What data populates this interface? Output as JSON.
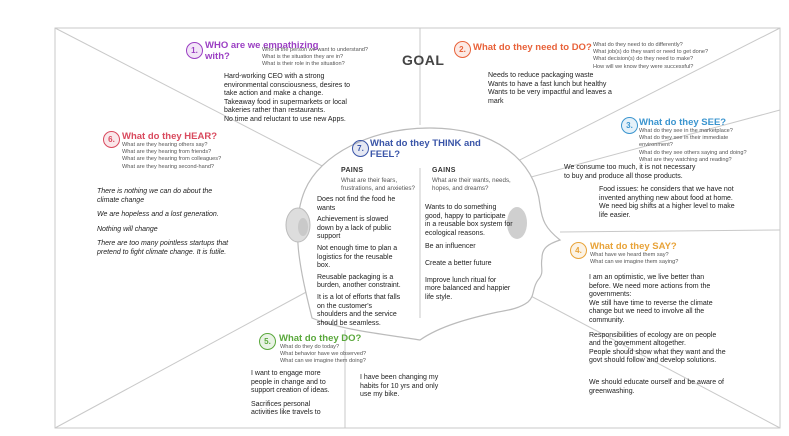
{
  "goal": "GOAL",
  "colors": {
    "who": "#9b3fc3",
    "need": "#e8623a",
    "see": "#3b95cf",
    "say": "#e8a339",
    "hear": "#d94a5e",
    "do": "#5aa83c",
    "think": "#3a55a8",
    "line": "#c9c9c9"
  },
  "sections": {
    "who": {
      "num": "1.",
      "title_lines": [
        "WHO are we empathizing",
        "with?"
      ],
      "questions": [
        "Who is the person we want to understand?",
        "What is the situation they are in?",
        "What is their role in the situation?"
      ],
      "body": [
        "Hard-working CEO with a strong",
        "environmental consciousness, desires to",
        "take action and make a change.",
        "Takeaway food in supermarkets or local",
        "bakeries rather than restaurants.",
        "No time and reluctant to use new Apps."
      ]
    },
    "need": {
      "num": "2.",
      "title": "What do they need to DO?",
      "questions": [
        "What do they need to do differently?",
        "What job(s) do they want or need to get done?",
        "What decision(s) do they need to make?",
        "How will we know they were successful?"
      ],
      "body": [
        "Needs to reduce packaging waste",
        "Wants to have a fast lunch but healthy",
        "Wants to be very impactful and leaves a",
        "mark"
      ]
    },
    "see": {
      "num": "3.",
      "title": "What do they SEE?",
      "questions": [
        "What do they see in the marketplace?",
        "What do they see in their immediate",
        "environment?",
        "What do they see others saying and doing?",
        "What are they watching and reading?"
      ],
      "body1": [
        "We consume too much, it is not necessary",
        "to buy and produce all those products."
      ],
      "body2": [
        "Food issues: he considers that we have not",
        "invented anything new about food at home.",
        "We need big shifts at a higher level to make",
        "life easier."
      ]
    },
    "say": {
      "num": "4.",
      "title": "What do they SAY?",
      "questions": [
        "What have we heard them say?",
        "What can we imagine them saying?"
      ],
      "body": [
        "I am an optimistic, we live better than",
        "before. We need more actions from the",
        "governments:",
        "We still have time to reverse the climate",
        "change but we need to involve all the",
        "community."
      ],
      "body2": [
        "Responsibilities of ecology are on people",
        "and the government altogether.",
        "People should show what they want and the",
        "govt should follow and develop solutions."
      ],
      "body3": [
        "We should educate ourself and be aware of",
        "greenwashing."
      ]
    },
    "do": {
      "num": "5.",
      "title": "What do they DO?",
      "questions": [
        "What do they do today?",
        "What behavior have we observed?",
        "What can we imagine them doing?"
      ],
      "col1": [
        "I want to engage more",
        "people in change and to",
        "support creation of ideas."
      ],
      "col1b": [
        "Sacrifices personal",
        "activities like travels to"
      ],
      "col2": [
        "I have been changing my",
        "habits for 10 yrs and only",
        "use my bike."
      ]
    },
    "hear": {
      "num": "6.",
      "title": "What do they HEAR?",
      "questions": [
        "What are they hearing others say?",
        "What are they hearing from friends?",
        "What are they hearing from colleagues?",
        "What are they hearing second-hand?"
      ],
      "items": [
        [
          "There is nothing we can do about the",
          "climate change"
        ],
        [
          "We are hopeless and a lost generation."
        ],
        [
          "Nothing will change"
        ],
        [
          "There are too many pointless startups that",
          "pretend to fight climate change. It is futile."
        ]
      ]
    },
    "think": {
      "num": "7.",
      "title_lines": [
        "What do they THINK and",
        "FEEL?"
      ],
      "pains_label": "PAINS",
      "pains_q": [
        "What are their fears,",
        "frustrations, and anxieties?"
      ],
      "gains_label": "GAINS",
      "gains_q": [
        "What are their wants, needs,",
        "hopes, and dreams?"
      ],
      "pains": [
        [
          "Does not find the food he",
          "wants"
        ],
        [
          "Achievement is slowed",
          "down by a lack of public",
          "support"
        ],
        [
          "Not enough time to plan a",
          "logistics for the reusable",
          "box."
        ],
        [
          "Reusable packaging is a",
          "burden, another constraint."
        ],
        [
          "It is a lot of efforts that falls",
          "on the customer's",
          "shoulders and the service",
          "should be seamless."
        ]
      ],
      "gains": [
        [
          "Wants to do something",
          "good, happy to participate",
          "in a reusable box system for",
          "ecological reasons."
        ],
        [
          "Be an influencer"
        ],
        [
          "Create a better future"
        ],
        [
          "Improve lunch ritual for",
          "more balanced and happier",
          "life style."
        ]
      ]
    }
  }
}
